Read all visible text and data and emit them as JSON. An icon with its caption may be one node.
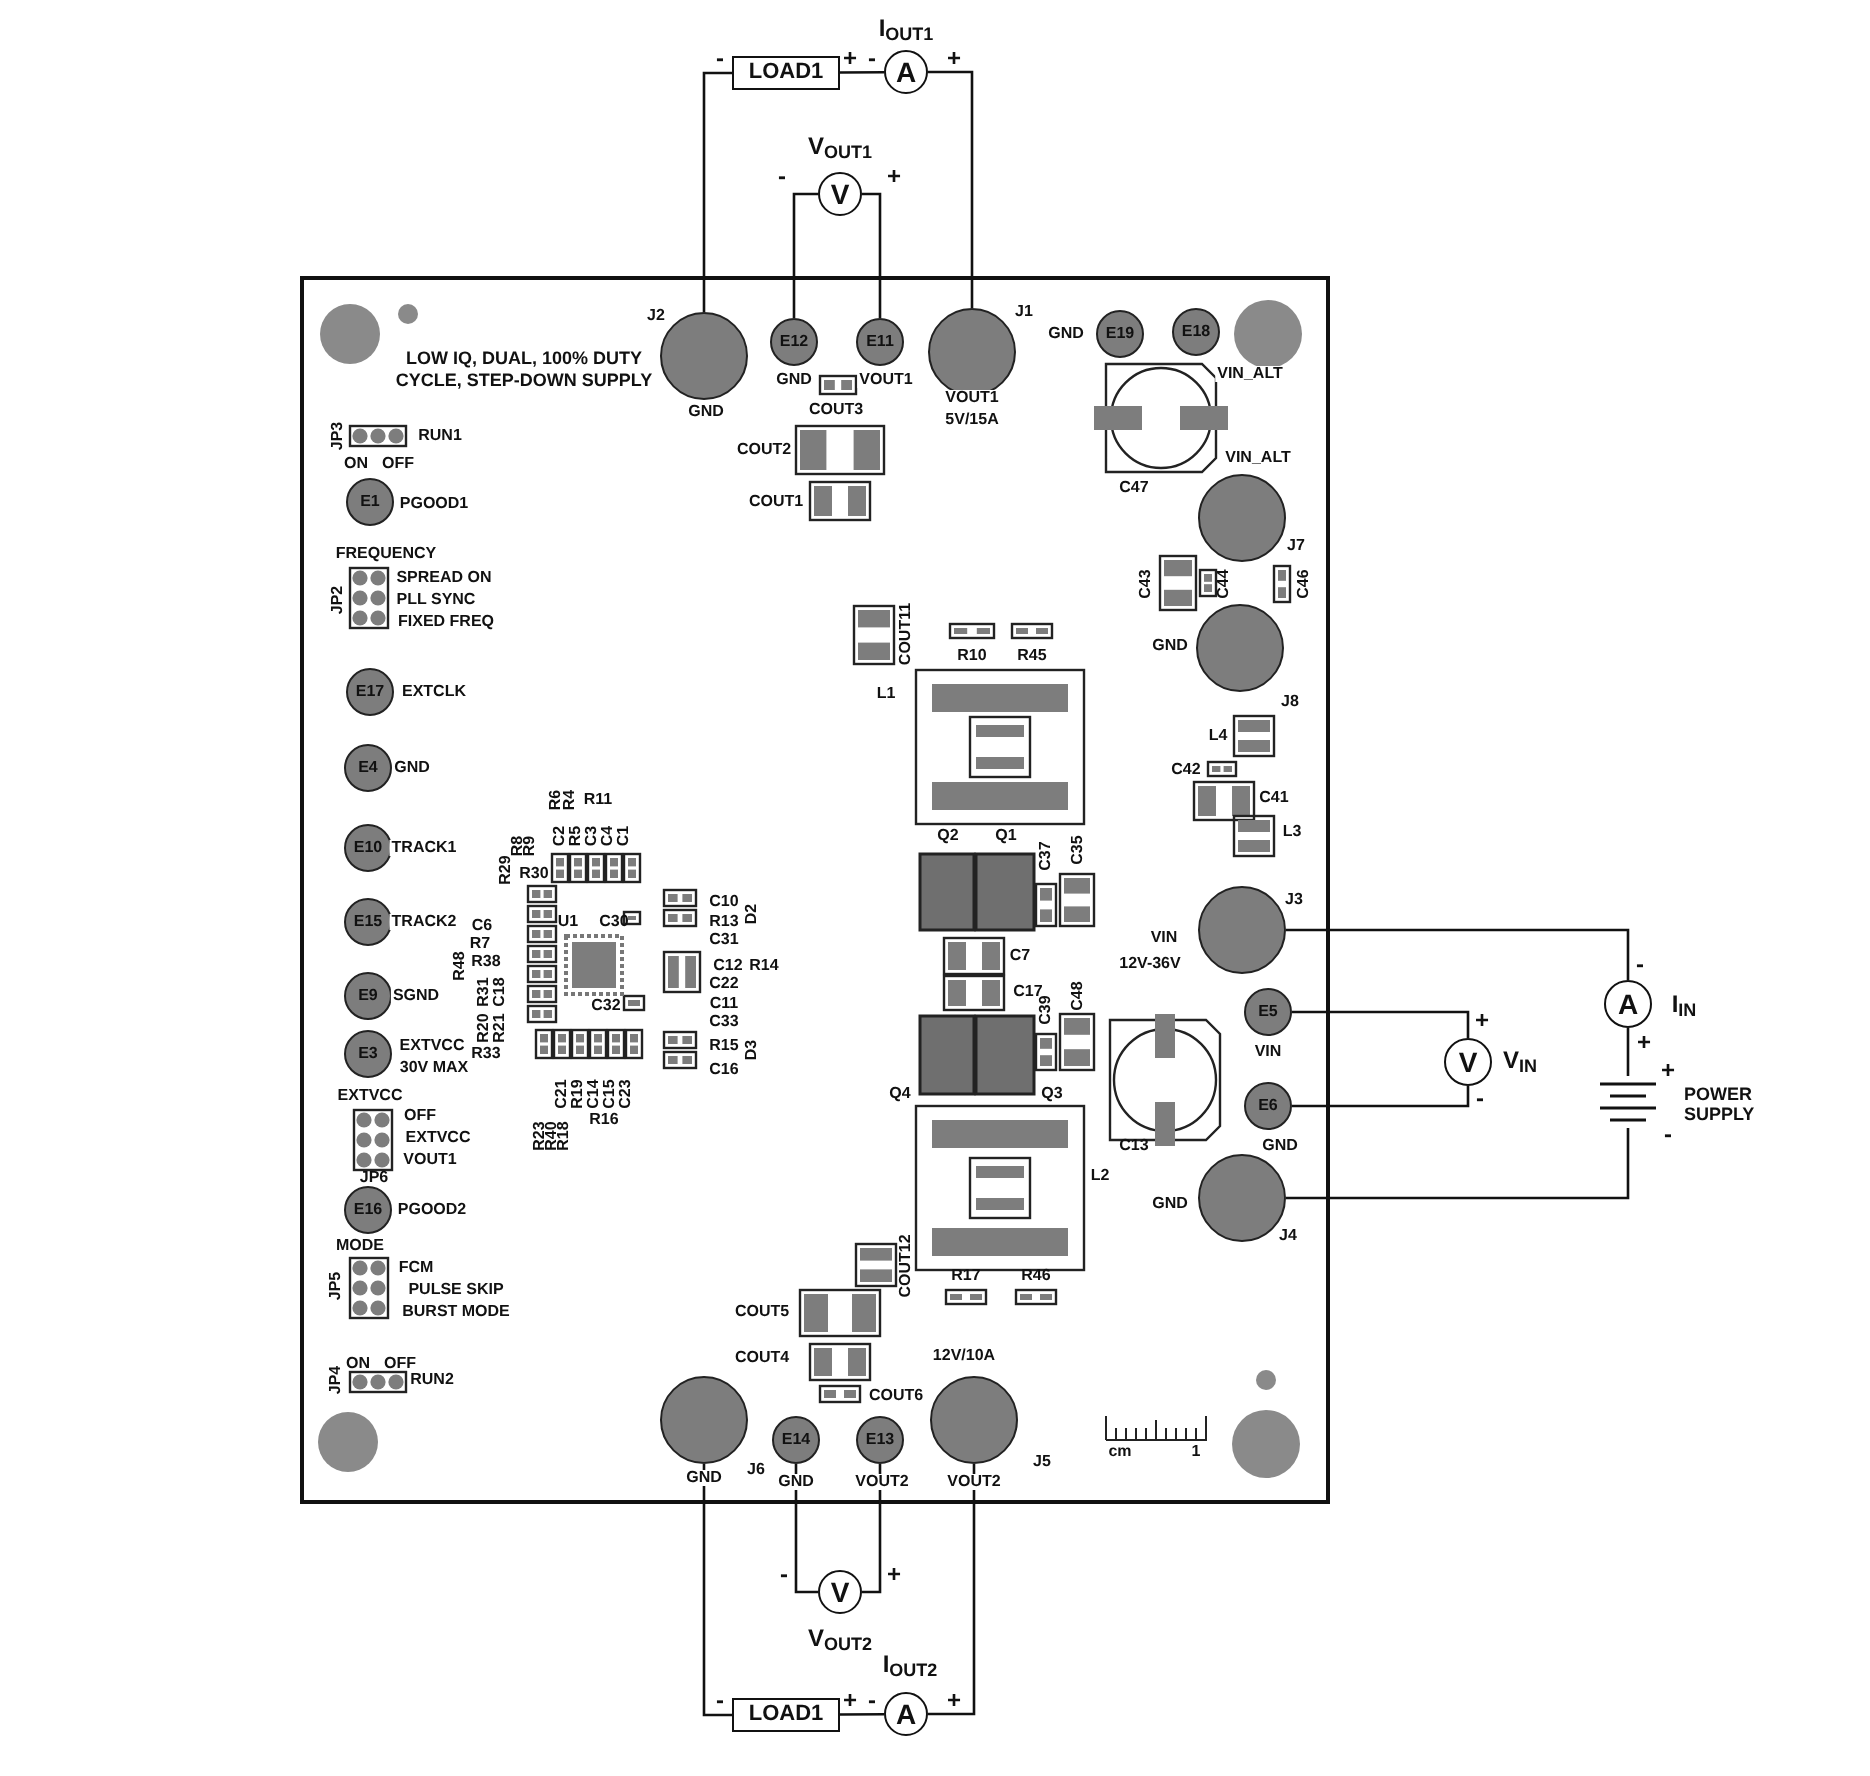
{
  "diagram": {
    "nodes": [
      {
        "text": [
          "LOAD1"
        ]
      },
      {
        "text": [
          "A"
        ],
        "beside": [
          "I$_{OUT1}$"
        ]
      },
      {
        "text": [
          "V"
        ],
        "beside": [
          "V$_{OUT1}$"
        ]
      },
      {
        "text": [
          "LOW IQ, DUAL, 100% DUTY CYCLE, STEP-DOWN SUPPLY"
        ]
      },
      {
        "text": [],
        "shape": "circle",
        "in": 3,
        "beside": [
          "J2",
          "GND"
        ]
      },
      {
        "text": [
          "E12"
        ],
        "in": 3,
        "beside": [
          "GND"
        ]
      },
      {
        "text": [
          "E11"
        ],
        "in": 3,
        "beside": [
          "VOUT1"
        ]
      },
      {
        "text": [],
        "shape": "circle",
        "in": 3,
        "beside": [
          "J1",
          "VOUT1",
          "5V/15A"
        ]
      },
      {
        "text": [
          "E19"
        ],
        "in": 3,
        "beside": [
          "GND"
        ]
      },
      {
        "text": [
          "E18"
        ],
        "in": 3,
        "beside": [
          "VIN_ALT"
        ]
      },
      {
        "text": [
          "E1"
        ],
        "in": 3,
        "beside": [
          "PGOOD1"
        ]
      },
      {
        "text": [],
        "shape": "circle",
        "in": 3,
        "beside": [
          "VIN_ALT",
          "J7"
        ]
      },
      {
        "text": [],
        "shape": "circle",
        "in": 3,
        "beside": [
          "GND",
          "J8"
        ]
      },
      {
        "text": [
          "E17"
        ],
        "in": 3,
        "beside": [
          "EXTCLK"
        ]
      },
      {
        "text": [
          "E4"
        ],
        "in": 3,
        "beside": [
          "GND"
        ]
      },
      {
        "text": [
          "E10"
        ],
        "in": 3,
        "beside": [
          "TRACK1"
        ]
      },
      {
        "text": [
          "E15"
        ],
        "in": 3,
        "beside": [
          "TRACK2"
        ]
      },
      {
        "text": [],
        "shape": "circle",
        "in": 3,
        "beside": [
          "J3",
          "VIN",
          "12V-36V"
        ]
      },
      {
        "text": [
          "E9"
        ],
        "in": 3,
        "beside": [
          "SGND"
        ]
      },
      {
        "text": [
          "E5"
        ],
        "in": 3,
        "beside": [
          "VIN"
        ]
      },
      {
        "text": [
          "E3"
        ],
        "in": 3,
        "beside": [
          "EXTVCC",
          "30V MAX"
        ]
      },
      {
        "text": [
          "E6"
        ],
        "in": 3,
        "beside": [
          "GND"
        ]
      },
      {
        "text": [],
        "shape": "circle",
        "in": 3,
        "beside": [
          "GND",
          "J4"
        ]
      },
      {
        "text": [
          "E16"
        ],
        "in": 3,
        "beside": [
          "PGOOD2"
        ]
      },
      {
        "text": [],
        "shape": "circle",
        "in": 3,
        "beside": [
          "J6",
          "GND"
        ]
      },
      {
        "text": [
          "E14"
        ],
        "in": 3,
        "beside": [
          "GND"
        ]
      },
      {
        "text": [
          "E13"
        ],
        "in": 3,
        "beside": [
          "VOUT2"
        ]
      },
      {
        "text": [],
        "shape": "circle",
        "in": 3,
        "beside": [
          "12V/10A",
          "J5",
          "VOUT2"
        ]
      },
      {
        "text": [
          "A"
        ],
        "beside": [
          "I$_{IN}$"
        ]
      },
      {
        "text": [
          "V"
        ],
        "beside": [
          "V$_{IN}$"
        ]
      },
      {
        "text": [],
        "shape": "picture",
        "beside": [
          "POWER SUPPLY"
        ]
      },
      {
        "text": [
          "V"
        ],
        "beside": [
          "V$_{OUT2}$"
        ]
      },
      {
        "text": [
          "LOAD1"
        ]
      },
      {
        "text": [
          "A"
        ],
        "beside": [
          "I$_{OUT2}$"
        ]
      }
    ],
    "edges": [
      {
        "from": 4,
        "to": 0,
        "arrow": "none"
      },
      {
        "from": 0,
        "to": 1,
        "arrow": "none"
      },
      {
        "from": 1,
        "to": 7,
        "arrow": "none"
      },
      {
        "from": 5,
        "to": 2,
        "arrow": "none"
      },
      {
        "from": 2,
        "to": 6,
        "arrow": "none"
      },
      {
        "from": 17,
        "to": 28,
        "arrow": "none"
      },
      {
        "from": 28,
        "to": 30,
        "arrow": "none"
      },
      {
        "from": 30,
        "to": 22,
        "arrow": "none"
      },
      {
        "from": 19,
        "to": 29,
        "arrow": "none"
      },
      {
        "from": 29,
        "to": 21,
        "arrow": "none"
      },
      {
        "from": 24,
        "to": 32,
        "arrow": "none"
      },
      {
        "from": 32,
        "to": 33,
        "arrow": "none"
      },
      {
        "from": 33,
        "to": 27,
        "arrow": "none"
      },
      {
        "from": 25,
        "to": 31,
        "arrow": "none"
      },
      {
        "from": 31,
        "to": 26,
        "arrow": "none"
      }
    ],
    "labels": [
      "-",
      "+",
      "-",
      "+",
      "-",
      "+",
      "COUT3",
      "JP3",
      "RUN1",
      "COUT2",
      "ON",
      "OFF",
      "C47",
      "COUT1",
      "FREQUENCY",
      "SPREAD ON",
      "C43",
      "C44",
      "C46",
      "JP2",
      "PLL SYNC",
      "FIXED FREQ",
      "COUT11",
      "R10",
      "R45",
      "L1",
      "L4",
      "C42",
      "R6",
      "R4",
      "R11",
      "C41",
      "C2",
      "R5",
      "C3",
      "C4",
      "C1",
      "Q2",
      "Q1",
      "L3",
      "R8",
      "R9",
      "C37",
      "C35",
      "R29",
      "R30",
      "C10",
      "C6",
      "U1",
      "C30",
      "R13",
      "D2",
      "R7",
      "C31",
      "C7",
      "R48",
      "R38",
      "C12",
      "R14",
      "C22",
      "R31",
      "C18",
      "C17",
      "C48",
      "C32",
      "C11",
      "C39",
      "C33",
      "R20",
      "R21",
      "R33",
      "R15",
      "D3",
      "C16",
      "EXTVCC",
      "C21",
      "R19",
      "C14",
      "C15",
      "C23",
      "Q4",
      "Q3",
      "OFF",
      "R16",
      "EXTVCC",
      "R23",
      "R40",
      "R18",
      "C13",
      "VOUT1",
      "JP6",
      "L2",
      "MODE",
      "FCM",
      "COUT12",
      "R17",
      "R46",
      "JP5",
      "PULSE SKIP",
      "BURST MODE",
      "COUT5",
      "COUT4",
      "ON",
      "OFF",
      "JP4",
      "RUN2",
      "COUT6",
      "cm",
      "1",
      "-",
      "+",
      "+",
      "-",
      "+",
      "-",
      "-",
      "+",
      "-",
      "+",
      "-",
      "+"
    ]
  }
}
